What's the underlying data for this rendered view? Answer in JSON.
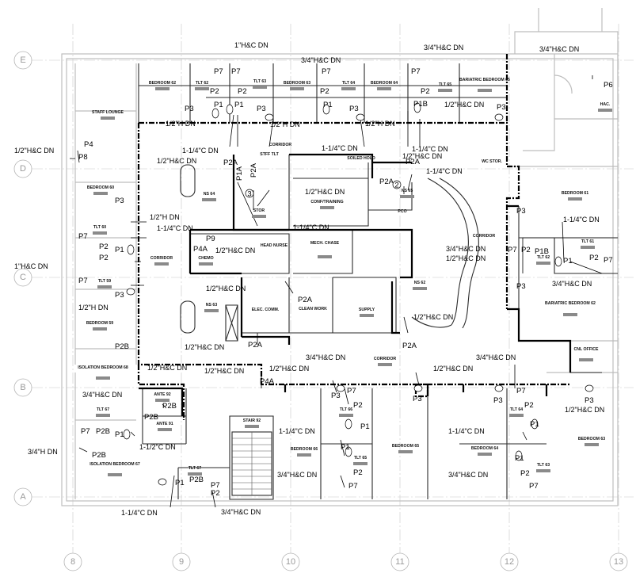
{
  "grid": {
    "columns": [
      "8",
      "9",
      "10",
      "11",
      "12",
      "13"
    ],
    "rows": [
      "E",
      "D",
      "C",
      "B",
      "A"
    ]
  },
  "rooms": [
    {
      "id": "bed62",
      "name": "BEDROOM 62"
    },
    {
      "id": "tlt62top",
      "name": "TLT 62"
    },
    {
      "id": "tlt63",
      "name": "TLT 63"
    },
    {
      "id": "bed63top",
      "name": "BEDROOM 63"
    },
    {
      "id": "tlt64top",
      "name": "TLT 64"
    },
    {
      "id": "bed64top",
      "name": "BEDROOM 64"
    },
    {
      "id": "tlt65top",
      "name": "TLT 65"
    },
    {
      "id": "bariatric65",
      "name": "BARIATRIC BEDROOM 65"
    },
    {
      "id": "hac",
      "name": "HAC."
    },
    {
      "id": "staff",
      "name": "STAFF LOUNGE"
    },
    {
      "id": "corr1",
      "name": "CORRIDOR"
    },
    {
      "id": "stfftlt",
      "name": "STFF TLT"
    },
    {
      "id": "soiled",
      "name": "SOILED HOLD"
    },
    {
      "id": "wc",
      "name": "WC STOR."
    },
    {
      "id": "bed60",
      "name": "BEDROOM 60"
    },
    {
      "id": "ns64",
      "name": "NS 64"
    },
    {
      "id": "stor",
      "name": "STOR"
    },
    {
      "id": "conf",
      "name": "CONF/TRAINING"
    },
    {
      "id": "ns65",
      "name": "NS 65"
    },
    {
      "id": "bed61",
      "name": "BEDROOM 61"
    },
    {
      "id": "tlt60",
      "name": "TLT 60"
    },
    {
      "id": "chemo",
      "name": "CHEMO"
    },
    {
      "id": "headnurse",
      "name": "HEAD NURSE"
    },
    {
      "id": "mech",
      "name": "MECH. CHASE"
    },
    {
      "id": "pco",
      "name": "PCO"
    },
    {
      "id": "corr2",
      "name": "CORRIDOR"
    },
    {
      "id": "tlt61",
      "name": "TLT 61"
    },
    {
      "id": "corr3",
      "name": "CORRIDOR"
    },
    {
      "id": "tlt62b",
      "name": "TLT 62"
    },
    {
      "id": "tlt59",
      "name": "TLT 59"
    },
    {
      "id": "ns63",
      "name": "NS 63"
    },
    {
      "id": "elec",
      "name": "ELEC. COMM."
    },
    {
      "id": "clean",
      "name": "CLEAN WORK"
    },
    {
      "id": "ns62",
      "name": "NS 62"
    },
    {
      "id": "supply",
      "name": "SUPPLY"
    },
    {
      "id": "bariatric62",
      "name": "BARIATRIC BEDROOM 62"
    },
    {
      "id": "bed59",
      "name": "BEDROOM 59"
    },
    {
      "id": "isolation68",
      "name": "ISOLATION BEDROOM 68"
    },
    {
      "id": "corr4",
      "name": "CORRIDOR"
    },
    {
      "id": "cnl",
      "name": "CNL OFFICE"
    },
    {
      "id": "ante92",
      "name": "ANTE 92"
    },
    {
      "id": "tlt67a",
      "name": "TLT 67"
    },
    {
      "id": "ante91",
      "name": "ANTE 91"
    },
    {
      "id": "tlt66",
      "name": "TLT 66"
    },
    {
      "id": "tlt64b",
      "name": "TLT 64"
    },
    {
      "id": "stair",
      "name": "STAIR 92"
    },
    {
      "id": "bed66",
      "name": "BEDROOM 66"
    },
    {
      "id": "tlt65b",
      "name": "TLT 65"
    },
    {
      "id": "bed65",
      "name": "BEDROOM 65"
    },
    {
      "id": "bed64b",
      "name": "BEDROOM 64"
    },
    {
      "id": "tlt63b",
      "name": "TLT 63"
    },
    {
      "id": "bed63b",
      "name": "BEDROOM 63"
    },
    {
      "id": "isolation67",
      "name": "ISOLATION BEDROOM 67"
    },
    {
      "id": "tlt67b",
      "name": "TLT 67"
    }
  ],
  "fixtures": {
    "P1": "P1",
    "P1A": "P1A",
    "P1B": "P1B",
    "P2": "P2",
    "P2A": "P2A",
    "P2B": "P2B",
    "P3": "P3",
    "P4": "P4",
    "P4A": "P4A",
    "P6": "P6",
    "P7": "P7",
    "P8": "P8",
    "P9": "P9"
  },
  "pipe_notes": {
    "hc_1": "1\"H&C DN",
    "hc_3_4": "3/4\"H&C DN",
    "hc_1_2": "1/2\"H&C DN",
    "h_1_2": "1/2\"H DN",
    "c_1_2": "1/2\"C DN",
    "c_1_1_4": "1-1/4\"C DN",
    "h_3_4": "3/4\"H DN",
    "c_1_1_2": "1-1/2\"C DN"
  },
  "markers": {
    "m2": "2",
    "m3": "3"
  }
}
